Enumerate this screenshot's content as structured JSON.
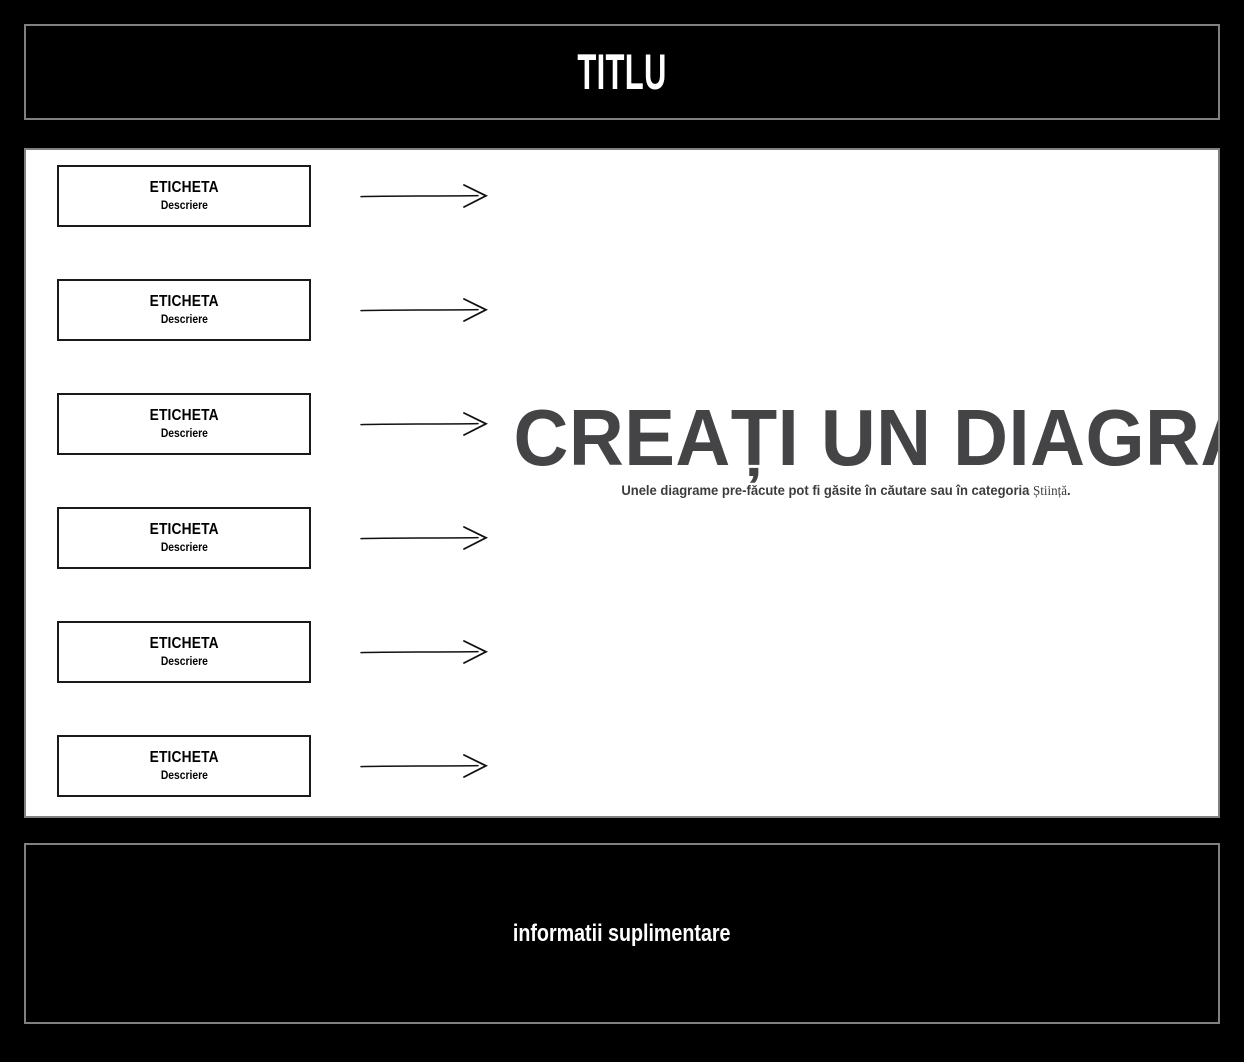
{
  "title_panel": {
    "title": "TITLU"
  },
  "main_panel": {
    "rows": [
      {
        "label": "ETICHETA",
        "description": "Descriere",
        "arrow": "arrow-right-icon"
      },
      {
        "label": "ETICHETA",
        "description": "Descriere",
        "arrow": "arrow-right-icon"
      },
      {
        "label": "ETICHETA",
        "description": "Descriere",
        "arrow": "arrow-right-icon"
      },
      {
        "label": "ETICHETA",
        "description": "Descriere",
        "arrow": "arrow-right-icon"
      },
      {
        "label": "ETICHETA",
        "description": "Descriere",
        "arrow": "arrow-right-icon"
      },
      {
        "label": "ETICHETA",
        "description": "Descriere",
        "arrow": "arrow-right-icon"
      }
    ],
    "headline": "CREAȚI UN DIAGRAM",
    "subline_before": "Unele diagrame pre-făcute pot fi găsite în căutare sau în categoria ",
    "subline_highlight": "Știință",
    "subline_after": "."
  },
  "footer_panel": {
    "text": "informatii suplimentare"
  },
  "colors": {
    "background": "#000000",
    "panel_border": "#808080",
    "panel_fill": "#ffffff",
    "box_border": "#1a1a1a",
    "headline": "#444446",
    "title_text": "#ffffff"
  }
}
